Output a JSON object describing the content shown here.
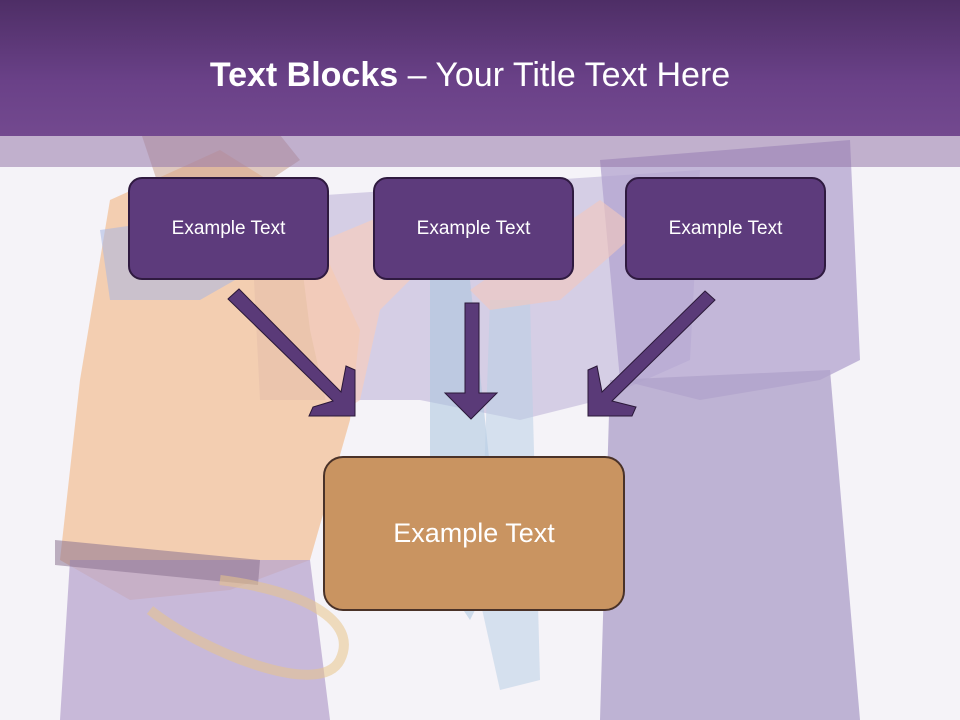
{
  "slide": {
    "title_bold": "Text Blocks",
    "title_dash": " – ",
    "title_rest": "Your Title Text Here"
  },
  "boxes": [
    {
      "label": "Example Text"
    },
    {
      "label": "Example Text"
    },
    {
      "label": "Example Text"
    }
  ],
  "target_box": {
    "label": "Example Text"
  },
  "colors": {
    "header": "#6a4188",
    "box_fill": "#5d3b7c",
    "box_border": "#2f1a40",
    "target_fill": "#c99461",
    "arrow": "#5a3a78"
  }
}
